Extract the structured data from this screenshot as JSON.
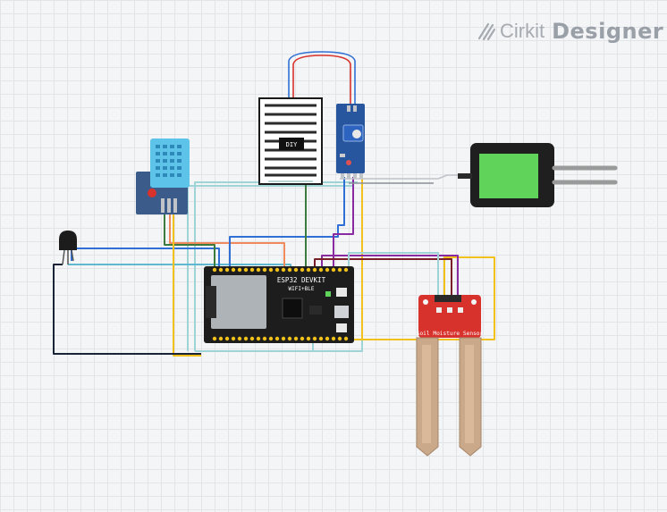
{
  "brand": {
    "name": "Cirkit",
    "product": "Designer"
  },
  "components": {
    "esp32": {
      "title": "ESP32 DEVKIT",
      "subtitle": "WIFI+BLE"
    },
    "rain_sensor": {
      "logo": "DIY"
    },
    "soil_sensor": {
      "label": "Soil Moisture Sensor"
    }
  },
  "colors": {
    "wire_blue": "#2f6fd6",
    "wire_green": "#3c7a3e",
    "wire_yellow": "#f2c21a",
    "wire_orange": "#f08a5d",
    "wire_purple": "#8a2aa0",
    "wire_cyan": "#5fb8d0",
    "wire_teal": "#9fd4d6",
    "wire_black": "#1a2436",
    "wire_maroon": "#7a1f2a",
    "board_black": "#1d1d1d",
    "dht_blue": "#5ec3e8",
    "sensor_red": "#d8322d",
    "lcd_green": "#5fd35a"
  },
  "icons": [
    "cirkit-logo-icon",
    "dht-sensor-icon",
    "rain-sensor-icon",
    "temperature-probe-icon",
    "soil-probe-icon"
  ]
}
